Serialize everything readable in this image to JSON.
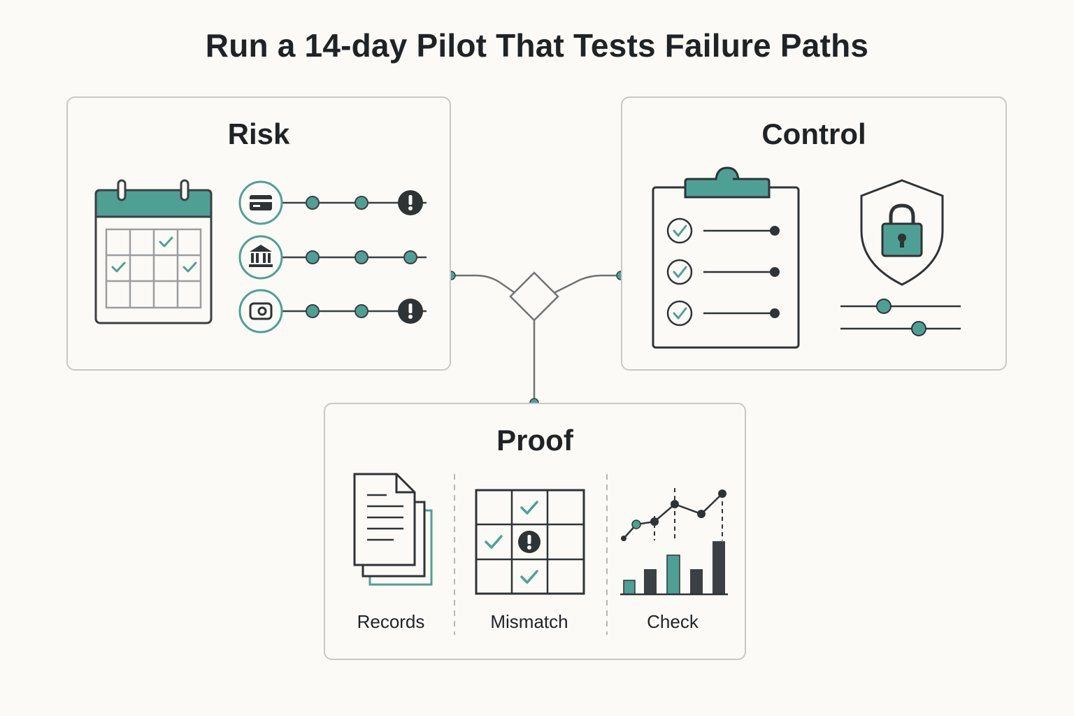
{
  "title": "Run a 14-day Pilot That Tests Failure Paths",
  "colors": {
    "accent": "#4fa094",
    "ink": "#2e3336",
    "border": "#c8c8c6",
    "background": "#fcfaf6"
  },
  "panels": {
    "risk": {
      "title": "Risk",
      "icons": [
        "calendar-icon",
        "credit-card-icon",
        "bank-icon",
        "camera-icon",
        "alert-icon"
      ]
    },
    "control": {
      "title": "Control",
      "icons": [
        "clipboard-checklist-icon",
        "shield-lock-icon",
        "slider-icon"
      ]
    },
    "proof": {
      "title": "Proof",
      "items": [
        {
          "label": "Records",
          "icon": "documents-stack-icon"
        },
        {
          "label": "Mismatch",
          "icon": "grid-mismatch-icon"
        },
        {
          "label": "Check",
          "icon": "chart-check-icon"
        }
      ]
    }
  }
}
